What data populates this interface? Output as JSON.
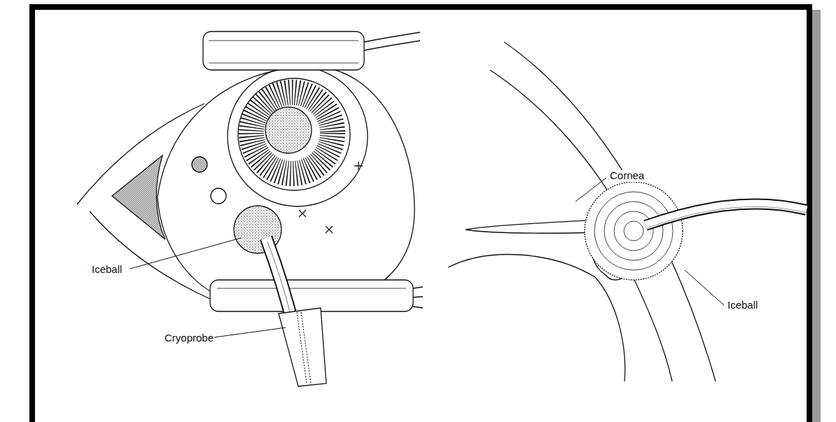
{
  "diagram": {
    "labels": [
      "Iceball",
      "Cryoprobe",
      "Cornea",
      "Iceball"
    ]
  }
}
